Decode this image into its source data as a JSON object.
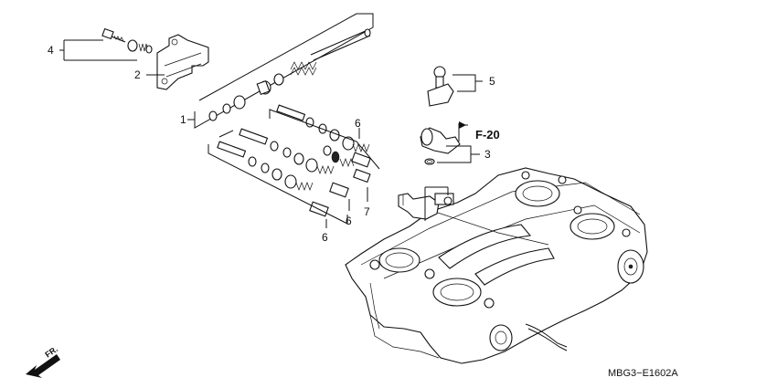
{
  "diagram": {
    "callouts": [
      "1",
      "2",
      "3",
      "4",
      "5",
      "6",
      "6",
      "6",
      "7"
    ],
    "reference": "F-20",
    "direction": "FR.",
    "drawing_code": "MBG3−E1602A"
  },
  "colors": {
    "ink": "#111111",
    "background": "#ffffff"
  }
}
